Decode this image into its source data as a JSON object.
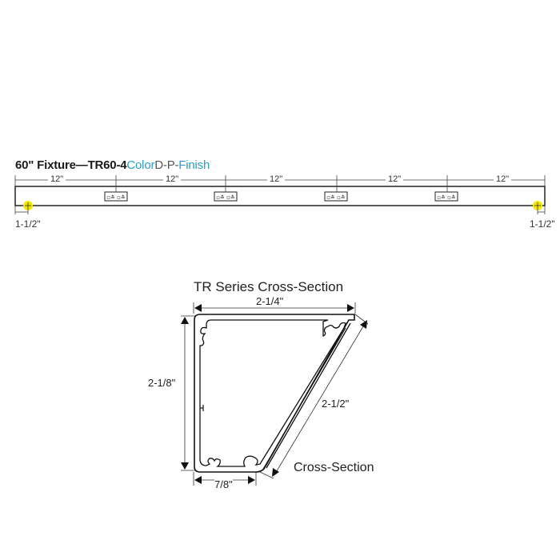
{
  "fixture": {
    "title_prefix": "60\" Fixture—TR60-4",
    "title_color": "Color",
    "title_dp": "D-P-",
    "title_finish": "Finish",
    "accent_color": "#2a9fc4",
    "spacing_labels": [
      "12\"",
      "12\"",
      "12\"",
      "12\"",
      "12\""
    ],
    "end_offset_left": "1-1/2\"",
    "end_offset_right": "1-1/2\"",
    "connector_count": 4,
    "mount_point_color": "#f5e800"
  },
  "cross_section": {
    "title": "TR Series Cross-Section",
    "width_label": "2-1/4\"",
    "height_label": "2-1/8\"",
    "diagonal_label": "2-1/2\"",
    "base_label": "7/8\"",
    "caption": "Cross-Section"
  }
}
